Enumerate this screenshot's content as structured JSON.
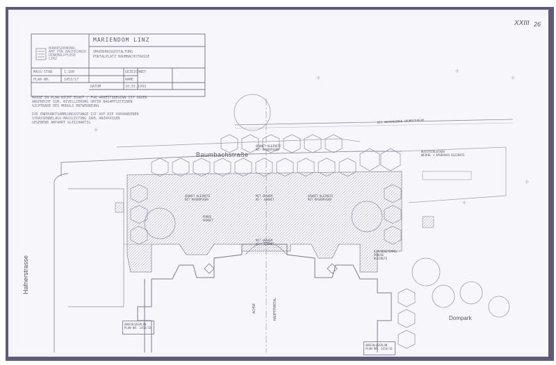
{
  "sheet_mark": {
    "roman": "XXIII",
    "number": "26"
  },
  "title_block": {
    "logo_lines": [
      "BUNDESDENKMAL",
      "AMT FÜR BAUTECHNIK",
      "DENKMALPFLEGE",
      "LINZ"
    ],
    "project": "MARIENDOM LINZ",
    "subtitle_1": "UMGEBUNGSGESTALTUNG",
    "subtitle_2": "PORTALPLATZ BAUMBACHSTRASSE",
    "row_masstab_label": "MASS-STAB",
    "row_masstab_value": "1:100",
    "row_planr_label": "PLAN-NR.",
    "row_planr_value": "1453/17",
    "row_gezeichnet": "GEZEICHNET",
    "row_name": "NAME",
    "row_datum": "DATUM",
    "row_datum_value": "10.01.1993"
  },
  "notes": {
    "note_1": [
      "MASSE IN PLAN NICHT EXAKT / FUR ARBEITSBEGINN IST ORDER",
      "ANSPRECHT IGM, NIVELLIERUNG UNTER BAUAMTSSTEINEN",
      "SICHTBARE DES MODULS ENTWERBEUNG"
    ],
    "note_2": [
      "DIE ENDPUNKTSAMMLUNGSSTANGE IST AUF DIE VORHANDENEN",
      "STRASSENBELAGS-MASSLEITUNG ZAHL ANZUPASSEN",
      "GEGEBENE ANFAHRT GLEICHARTIG"
    ]
  },
  "labels": {
    "street_top": "Baumbachstraße",
    "street_left": "Hafnerstrasse",
    "dompark": "Dompark",
    "axis": "ACHSE",
    "hauptportal": "HAUPTPORTAL",
    "granit_top": [
      "GRANIT KLEINSTE",
      "MIT RASENFUGEN"
    ],
    "granit_left": [
      "GRANIT KLEINSTE",
      "MIT RASENFUGEN"
    ],
    "granit_mid": [
      "MIT GRAUEM",
      "KO - GRANIT"
    ],
    "granit_right": [
      "GRANIT KLEINSTE",
      "MIT RASENFUGEN"
    ],
    "porous": [
      "POROS",
      "GRANIT"
    ],
    "granit_center": [
      "MIT GRAUEM",
      "KO - GRANIT"
    ],
    "kirchenstempel": [
      "KIRCHENSTEMPEL",
      "POROSE",
      "KLEINSTE"
    ],
    "bus": [
      "BUSSTOCKLECKEN",
      "WEIKEL + KÄSEHAUS KLEINSTE"
    ],
    "fence": "BIS ANGRENZENDE GRUNDSTUECKE",
    "legend_left": [
      "ANSCHLUSSPLAN",
      "PLAN NR. 1453/15"
    ],
    "legend_right": [
      "ANSCHLUSSPLAN",
      "PLAN NR. 1453/16"
    ]
  }
}
